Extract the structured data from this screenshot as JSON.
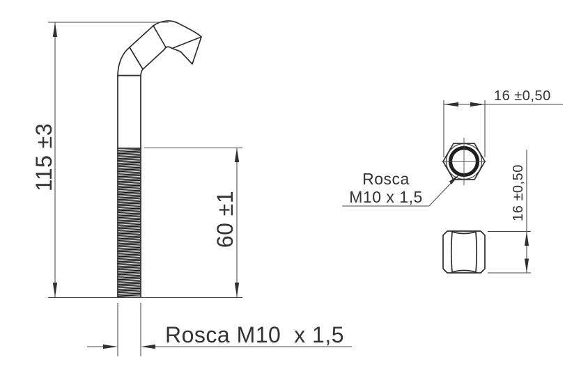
{
  "drawing": {
    "background_color": "#ffffff",
    "line_color": "#2d2d2d",
    "bolt_front_view": {
      "overall_length_dim": "115 ±3",
      "thread_length_dim": "60 ±1",
      "thread_spec_label": "Rosca M10  x 1,5"
    },
    "nut_top_view": {
      "width_dim": "16 ±0,50",
      "thread_label_line1": "Rosca",
      "thread_label_line2": "M10 x 1,5"
    },
    "nut_side_view": {
      "height_dim": "16 ±0,50"
    }
  }
}
